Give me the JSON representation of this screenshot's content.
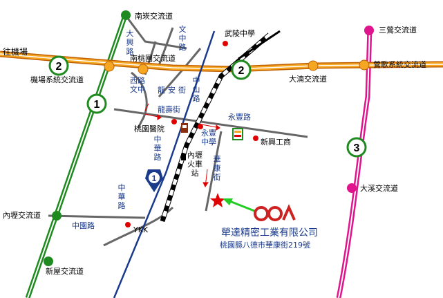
{
  "map": {
    "colors": {
      "highway_2": "#f5a623",
      "highway_2_edge": "#c06000",
      "highway_1": "#1f8a1f",
      "highway_3": "#e0148c",
      "railway": "#000000",
      "road": "#666666",
      "road_label": "#1a3a8c",
      "marker": "#e00000",
      "company": "#1a3a8c",
      "arrow": "#22cc22"
    },
    "route_shields": {
      "fwy2_left": "2",
      "fwy2_center": "2",
      "fwy1": "1",
      "fwy3": "3",
      "prov1": "1"
    },
    "labels": {
      "nankan_ic": "南崁交流道",
      "wuling_hs": "武陵中學",
      "sanying_ic": "三鶯交流道",
      "to_airport": "往機場",
      "nantaoyuan_ic": "南桃園交流道",
      "airport_ic": "機場系統交流道",
      "dazhu_ic": "大湳交流道",
      "yingge_ic": "鶯歌系統交流道",
      "taoyuan_hospital": "桃園醫院",
      "longshou_st": "龍壽街",
      "yongfeng_rd": "永豐路",
      "yongfeng_hs": "永豐中學",
      "xinxing_ind": "新興工商",
      "neili_station": "內壢火車站",
      "daxi_ic": "大溪交流道",
      "neili_ic": "內壢交流道",
      "zhongyuan_rd": "中園路",
      "ykk": "YKK",
      "xinwu_ic": "新屋交流道",
      "dayou_rd": "大興路",
      "wenzhong_rd": "文中路",
      "xi_wenzhong_rd": "西路文中",
      "longan_st": "龍安街",
      "zhongshan_rd": "中山路",
      "zhonghua_rd": "中華路",
      "huakang_st": "華康街",
      "zhonghua_rd_lower": "中華路"
    },
    "company": {
      "name": "犖達精密工業有限公司",
      "address": "桃園縣八德市華康街219號"
    }
  }
}
